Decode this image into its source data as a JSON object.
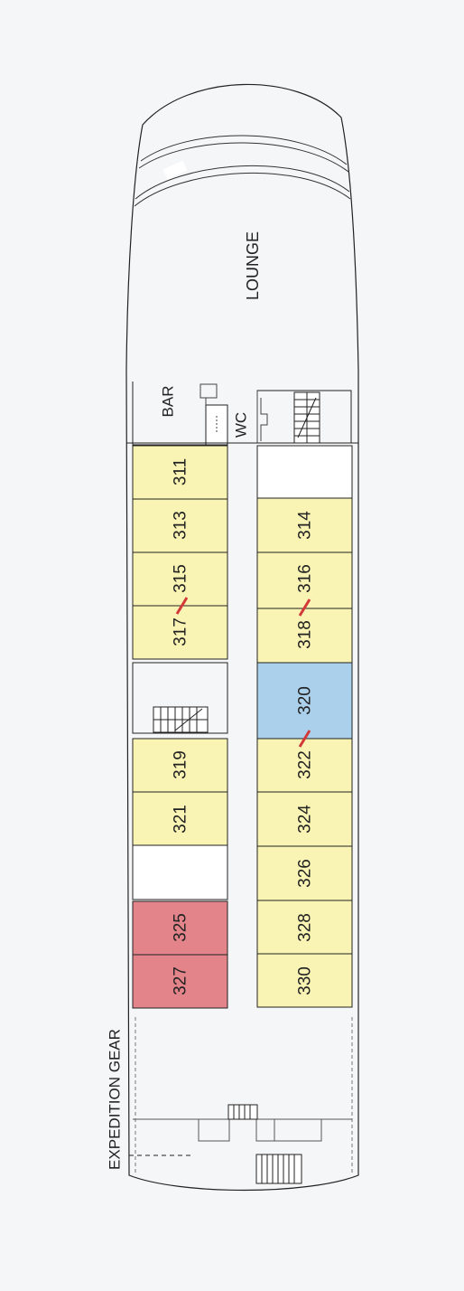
{
  "colors": {
    "background": "#f5f6f8",
    "outline": "#222222",
    "cabin_standard": "#faf4b4",
    "cabin_suite": "#abd0ec",
    "cabin_accessible": "#e2848a",
    "cabin_empty": "#ffffff",
    "connector": "#d23a3a"
  },
  "labels": {
    "lounge": "LOUNGE",
    "bar": "BAR",
    "wc": "WC",
    "expedition_gear": "EXPEDITION GEAR"
  },
  "cabins": {
    "c311": "311",
    "c313": "313",
    "c315": "315",
    "c317": "317",
    "c314": "314",
    "c316": "316",
    "c318": "318",
    "c320": "320",
    "c319": "319",
    "c321": "321",
    "c322": "322",
    "c324": "324",
    "c326": "326",
    "c325": "325",
    "c327": "327",
    "c328": "328",
    "c330": "330"
  },
  "connecting_cabins": [
    [
      "315",
      "317"
    ],
    [
      "316",
      "318"
    ],
    [
      "320",
      "322"
    ]
  ],
  "icons": [
    "stairs-icon",
    "connecting-door-icon"
  ]
}
